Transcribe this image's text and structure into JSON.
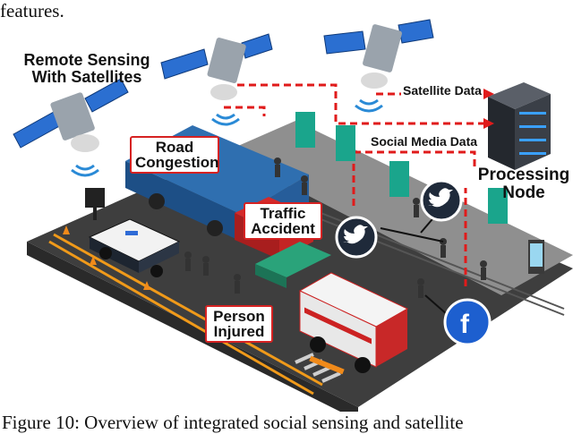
{
  "caption_top": "features.",
  "caption_bottom": "Figure 10: Overview of integrated social sensing and satellite",
  "labels": {
    "remote_sensing_line1": "Remote Sensing",
    "remote_sensing_line2": "With Satellites",
    "satellite_data": "Satellite Data",
    "social_media_data": "Social Media Data",
    "processing_line1": "Processing",
    "processing_line2": "Node",
    "road_line1": "Road",
    "road_line2": "Congestion",
    "traffic_line1": "Traffic",
    "traffic_line2": "Accident",
    "person_line1": "Person",
    "person_line2": "Injured"
  },
  "colors": {
    "dashed_line": "#e01b1b",
    "truck_blue": "#2f6fb0",
    "road": "#3a3a3a",
    "lane_orange": "#f09a1a",
    "twitter_circle": "#1f2a3a",
    "facebook_circle": "#1d5fcf",
    "box_border": "#d62222"
  },
  "icons": [
    "satellite-icon",
    "signal-icon",
    "server-icon",
    "twitter-icon",
    "facebook-icon",
    "truck-icon",
    "ambulance-icon",
    "police-car-icon",
    "fire-truck-icon"
  ]
}
